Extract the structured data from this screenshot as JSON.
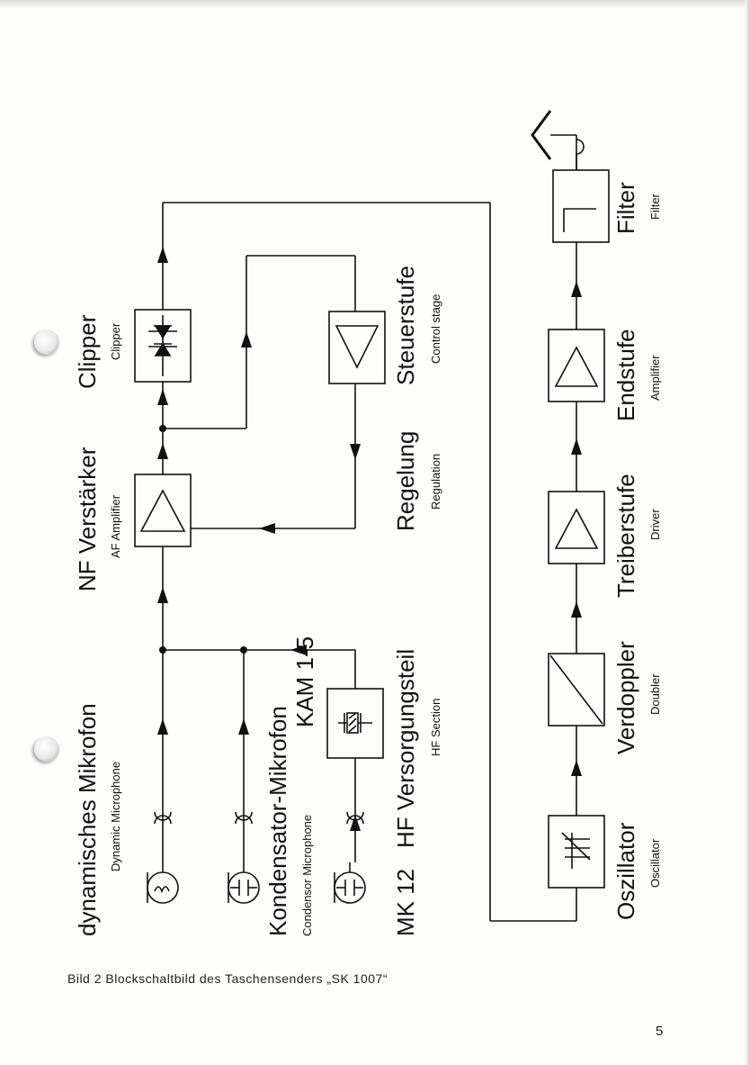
{
  "blocks": [
    {
      "main": "dynamisches Mikrofon",
      "sub": "Dynamic Microphone"
    },
    {
      "main": "Kondensator-Mikrofon",
      "main2": "KAM 1-5",
      "sub": "Condensor Microphone"
    },
    {
      "main": "MK 12",
      "sub": ""
    },
    {
      "main": "HF Versorgungsteil",
      "sub": "HF Section"
    },
    {
      "main": "NF Verstärker",
      "sub": "AF Amplifier"
    },
    {
      "main": "Regelung",
      "sub": "Regulation"
    },
    {
      "main": "Clipper",
      "sub": "Clipper"
    },
    {
      "main": "Steuerstufe",
      "sub": "Control stage"
    },
    {
      "main": "Oszillator",
      "sub": "Oscillator"
    },
    {
      "main": "Verdoppler",
      "sub": "Doubler"
    },
    {
      "main": "Treiberstufe",
      "sub": "Driver"
    },
    {
      "main": "Endstufe",
      "sub": "Amplifier"
    },
    {
      "main": "Filter",
      "sub": "Filter"
    }
  ],
  "caption": "Bild 2   Blockschaltbild des Taschensenders „SK 1007“",
  "page_number": "5"
}
